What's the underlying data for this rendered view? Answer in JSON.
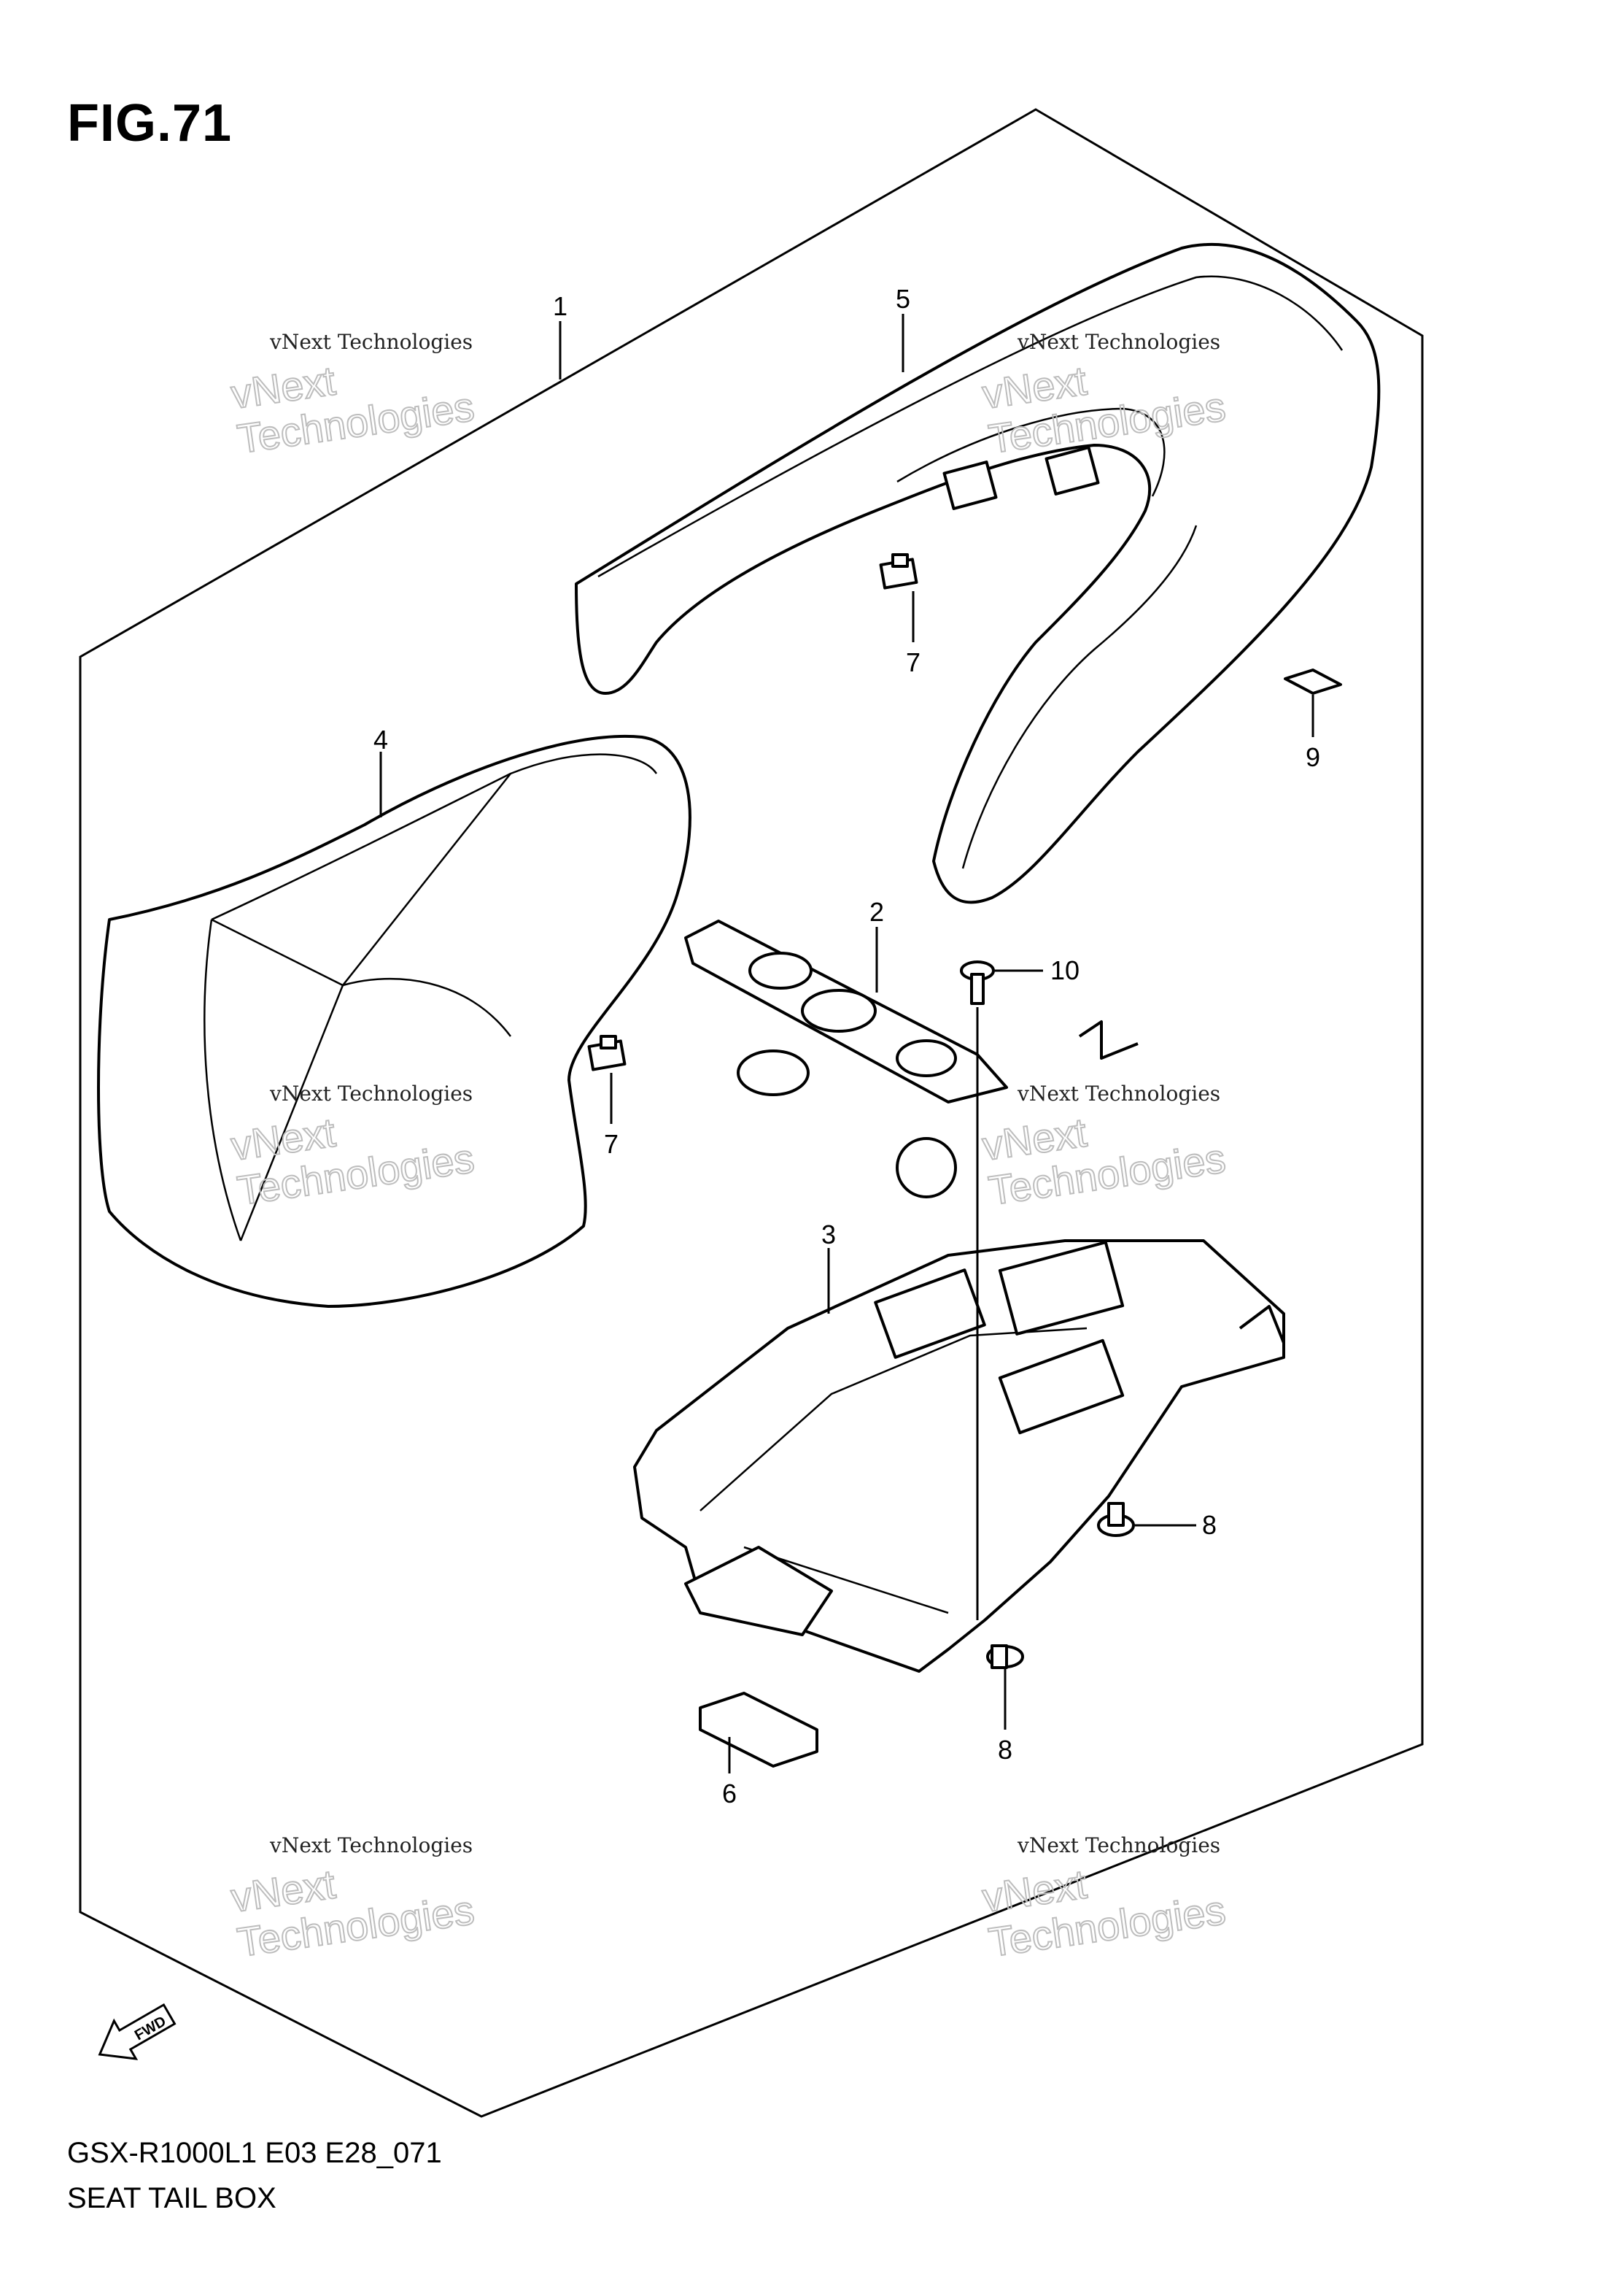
{
  "figure": {
    "title": "FIG.71"
  },
  "model_code": "GSX-R1000L1 E03 E28_071",
  "assembly_name": "SEAT TAIL BOX",
  "fwd_label": "FWD",
  "watermark": {
    "line1": "vNext Technologies",
    "line2": "vNext\nTechnologies"
  },
  "callouts": {
    "c1": "1",
    "c2": "2",
    "c3": "3",
    "c4": "4",
    "c5": "5",
    "c6": "6",
    "c7a": "7",
    "c7b": "7",
    "c8a": "8",
    "c8b": "8",
    "c9": "9",
    "c10": "10"
  },
  "colors": {
    "line": "#000000",
    "background": "#ffffff",
    "watermark_outline": "#bdbdbd"
  }
}
